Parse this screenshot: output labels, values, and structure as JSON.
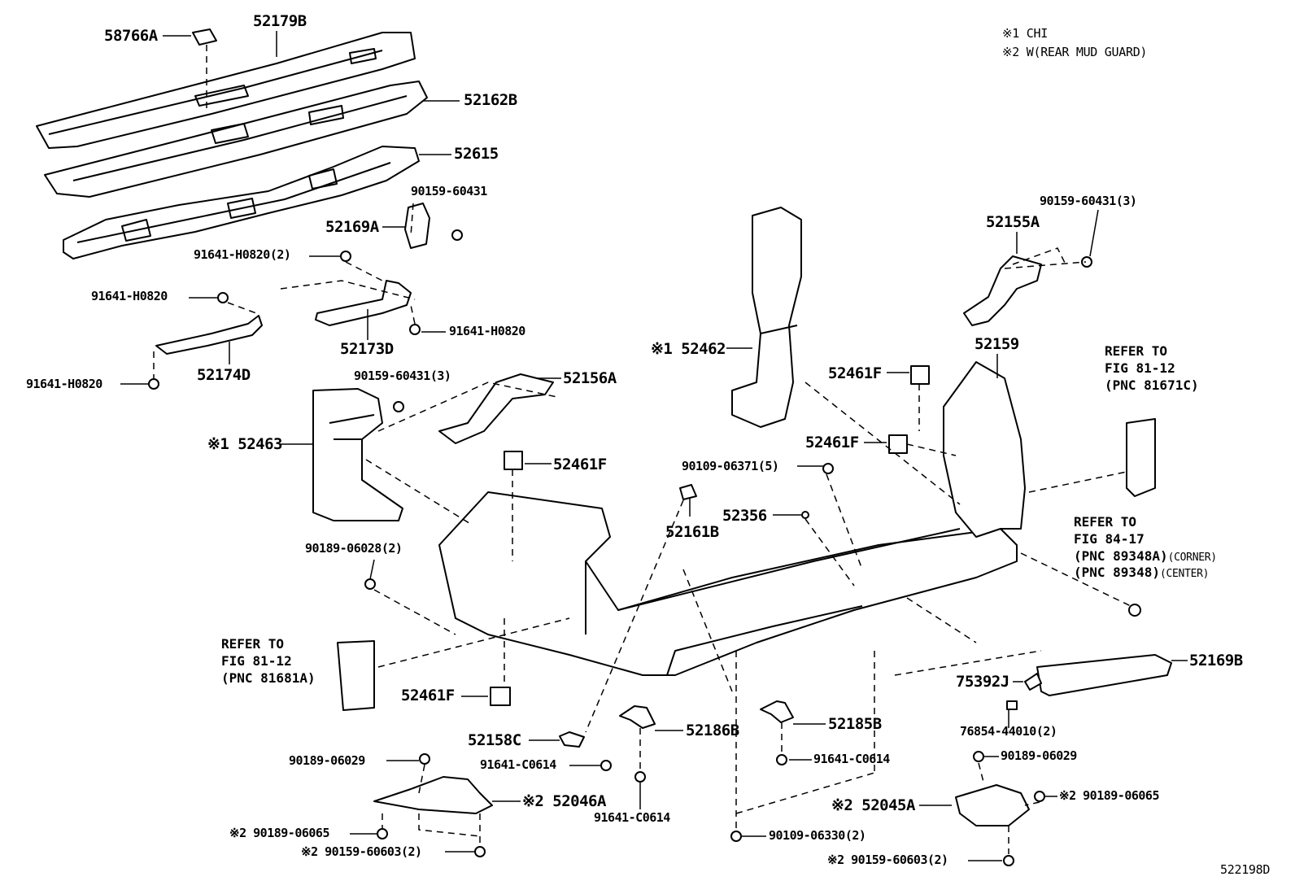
{
  "notes": {
    "n1": "※1 CHI",
    "n2": "※2 W(REAR MUD GUARD)"
  },
  "diagram_code": "522198D",
  "parts": {
    "p58766A": "58766A",
    "p52179B": "52179B",
    "p52162B": "52162B",
    "p52615": "52615",
    "p90159_60431": "90159-60431",
    "p52169A": "52169A",
    "p91641_H0820_2": "91641-H0820(2)",
    "p91641_H0820_a": "91641-H0820",
    "p91641_H0820_b": "91641-H0820",
    "p91641_H0820_c": "91641-H0820",
    "p52173D": "52173D",
    "p52174D": "52174D",
    "p90159_60431_3_left": "90159-60431(3)",
    "p52156A": "52156A",
    "p52463": "※1 52463",
    "p52462": "※1 52462",
    "p52461F_a": "52461F",
    "p52461F_b": "52461F",
    "p52461F_c": "52461F",
    "p52461F_d": "52461F",
    "p52159": "52159",
    "p90159_60431_3_right": "90159-60431(3)",
    "p52155A": "52155A",
    "p90109_06371_5": "90109-06371(5)",
    "p52161B": "52161B",
    "p52356": "52356",
    "p90189_06028_2": "90189-06028(2)",
    "p52169B": "52169B",
    "p75392J": "75392J",
    "p76854_44010_2": "76854-44010(2)",
    "p52186B": "52186B",
    "p52185B": "52185B",
    "p52158C": "52158C",
    "p91641_C0614_a": "91641-C0614",
    "p91641_C0614_b": "91641-C0614",
    "p91641_C0614_c": "91641-C0614",
    "p90189_06029_a": "90189-06029",
    "p90189_06029_b": "90189-06029",
    "p52046A": "※2 52046A",
    "p52045A": "※2 52045A",
    "p90189_06065_a": "※2 90189-06065",
    "p90189_06065_b": "※2 90189-06065",
    "p90159_60603_a": "※2 90159-60603(2)",
    "p90159_60603_b": "※2 90159-60603(2)",
    "p90109_06330_2": "90109-06330(2)"
  },
  "refs": {
    "r1": [
      "REFER TO",
      "FIG 81-12",
      "(PNC 81671C)"
    ],
    "r2": [
      "REFER TO",
      "FIG 84-17",
      "(PNC 89348A)",
      "(CORNER)",
      "(PNC 89348)",
      "(CENTER)"
    ],
    "r3": [
      "REFER TO",
      "FIG 81-12",
      "(PNC 81681A)"
    ]
  }
}
